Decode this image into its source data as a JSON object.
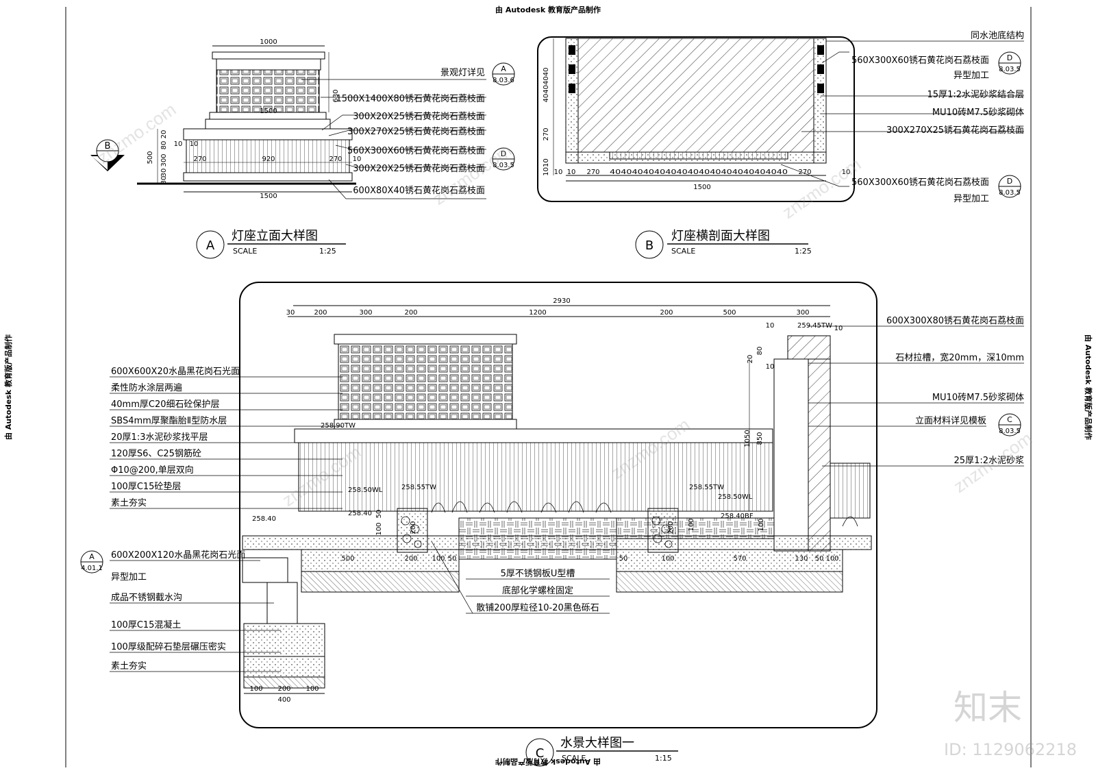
{
  "header": {
    "top_note": "由 Autodesk 教育版产品制作",
    "side_note": "由 Autodesk 教育版产品制作"
  },
  "drawing_a": {
    "circle": "A",
    "title": "灯座立面大样图",
    "scale_label": "SCALE",
    "scale": "1:25",
    "section_mark": "B",
    "callouts": [
      "景观灯详见",
      "1500X1400X80锈石黄花岗石荔枝面",
      "300X20X25锈石黄花岗石荔枝面",
      "300X270X25锈石黄花岗石荔枝面",
      "560X300X60锈石黄花岗石荔枝面",
      "300X20X25锈石黄花岗石荔枝面",
      "600X80X40锈石黄花岗石荔枝面"
    ],
    "ref1": {
      "top": "A",
      "bottom": "8.03.6"
    },
    "ref2": {
      "top": "D",
      "bottom": "8.03.5"
    },
    "dims": {
      "top": "1000",
      "bottom": "1500",
      "mid": "1500",
      "d270a": "270",
      "d920": "920",
      "d270b": "270",
      "d10a": "10",
      "d10b": "10",
      "d10c": "10",
      "v630": "630",
      "v500": "500",
      "v20": "20",
      "v80": "80",
      "v300": "300",
      "v30": "30",
      "v80b": "80"
    }
  },
  "drawing_b": {
    "circle": "B",
    "title": "灯座横剖面大样图",
    "scale_label": "SCALE",
    "scale": "1:25",
    "callouts": [
      "同水池底结构",
      "560X300X60锈石黄花岗石荔枝面",
      "异型加工",
      "15厚1:2水泥砂浆结合层",
      "MU10砖M7.5砂浆砌体",
      "300X270X25锈石黄花岗石荔枝面",
      "560X300X60锈石黄花岗石荔枝面",
      "异型加工"
    ],
    "ref1": {
      "top": "D",
      "bottom": "8.03.5"
    },
    "ref2": {
      "top": "D",
      "bottom": "8.03.5"
    },
    "dims": {
      "bottom": "1500",
      "d270a": "270",
      "d270b": "270",
      "d10a": "10",
      "d10b": "10",
      "d10c": "10",
      "seq": "40404040404040404040404040404040",
      "v400": "40404040",
      "v270": "270",
      "v1010": "1010"
    }
  },
  "drawing_c": {
    "circle": "C",
    "title": "水景大样图一",
    "scale_label": "SCALE",
    "scale": "1:15",
    "left_callouts": [
      "600X600X20水晶黑花岗石光面",
      "柔性防水涂层两遍",
      "40mm厚C20细石砼保护层",
      "SBS4mm厚聚酯胎Ⅱ型防水层",
      "20厚1:3水泥砂浆找平层",
      "120厚S6、C25钢筋砼",
      "Φ10@200,单层双向",
      "100厚C15砼垫层",
      "素土夯实",
      "600X200X120水晶黑花岗石光面",
      "异型加工",
      "成品不锈钢截水沟",
      "100厚C15混凝土",
      "100厚级配碎石垫层碾压密实",
      "素土夯实"
    ],
    "right_callouts": [
      "600X300X80锈石黄花岗石荔枝面",
      "石材拉槽，宽20mm，深10mm",
      "MU10砖M7.5砂浆砌体",
      "立面材料详见模板",
      "25厚1:2水泥砂浆"
    ],
    "center_callouts": [
      "5厚不锈钢板U型槽",
      "底部化学螺栓固定",
      "散铺200厚粒径10-20黑色砾石"
    ],
    "ref_left": {
      "top": "A",
      "bottom": "4.01.1"
    },
    "ref_right": {
      "top": "C",
      "bottom": "8.03.5"
    },
    "top_dims": {
      "total": "2930",
      "d30": "30",
      "d200a": "200",
      "d300a": "300",
      "d200b": "200",
      "d1200": "1200",
      "d200c": "200",
      "d500": "500",
      "d300b": "300"
    },
    "levels": {
      "l1": "259.45TW",
      "l2": "258.90TW",
      "l3": "258.50WL",
      "l4": "258.55TW",
      "l5": "258.40",
      "l6": "258.40",
      "l7": "258.55TW",
      "l8": "258.50WL",
      "l9": "258.40BF"
    },
    "dims_misc": {
      "v1050": "1050",
      "v850": "850",
      "v80": "80",
      "v20": "20",
      "v10a": "10",
      "v10b": "10",
      "v10c": "10",
      "b500": "500",
      "b200": "200",
      "b100a": "100",
      "b50a": "50",
      "b50b": "50",
      "b100b": "100",
      "b570": "570",
      "b130": "130",
      "b50c": "50",
      "b100c": "100",
      "v100a": "100",
      "v50": "50",
      "v200a": "200",
      "v100b": "100",
      "v200b": "200",
      "v100c": "100",
      "f100a": "100",
      "f200": "200",
      "f100b": "100",
      "f400": "400"
    }
  },
  "watermark": {
    "logo": "知末",
    "id": "ID: 1129062218",
    "site": "znzmo.com"
  }
}
